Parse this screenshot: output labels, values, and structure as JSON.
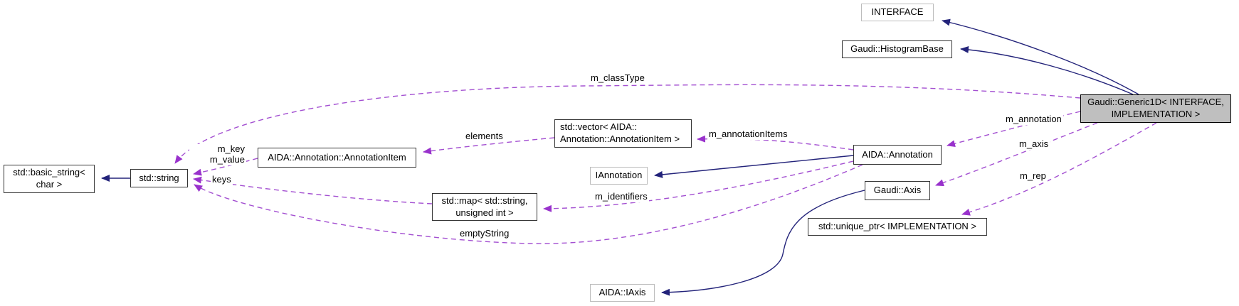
{
  "diagram": {
    "type": "class-collaboration-graph",
    "colors": {
      "inheritance_edge": "#23237a",
      "usage_edge": "#9932cc",
      "usage_edge_dash": "#a34fd1",
      "node_border": "#353535",
      "external_node_border": "#bdbdbd",
      "current_node_fill": "#bfbfbf",
      "node_fill": "#ffffff",
      "text": "#000000"
    },
    "nodes": {
      "interface": {
        "label": "INTERFACE"
      },
      "histogram_base": {
        "label": "Gaudi::HistogramBase"
      },
      "generic1d": {
        "label": "Gaudi::Generic1D< INTERFACE,\nIMPLEMENTATION >"
      },
      "basic_string": {
        "label": "std::basic_string<\nchar >"
      },
      "std_string": {
        "label": "std::string"
      },
      "annotation_item": {
        "label": "AIDA::Annotation::AnnotationItem"
      },
      "vector": {
        "label": "std::vector< AIDA::\nAnnotation::AnnotationItem >"
      },
      "iannotation": {
        "label": "IAnnotation"
      },
      "annotation": {
        "label": "AIDA::Annotation"
      },
      "map": {
        "label": "std::map< std::string,\nunsigned int >"
      },
      "axis": {
        "label": "Gaudi::Axis"
      },
      "unique_ptr": {
        "label": "std::unique_ptr< IMPLEMENTATION >"
      },
      "iaxis": {
        "label": "AIDA::IAxis"
      }
    },
    "edge_labels": {
      "m_class_type": "m_classType",
      "elements": "elements",
      "m_annotation_items": "m_annotationItems",
      "m_annotation": "m_annotation",
      "m_axis": "m_axis",
      "m_rep": "m_rep",
      "m_key_m_value": "m_key\nm_value",
      "keys": "keys",
      "m_identifiers": "m_identifiers",
      "empty_string": "emptyString"
    }
  }
}
